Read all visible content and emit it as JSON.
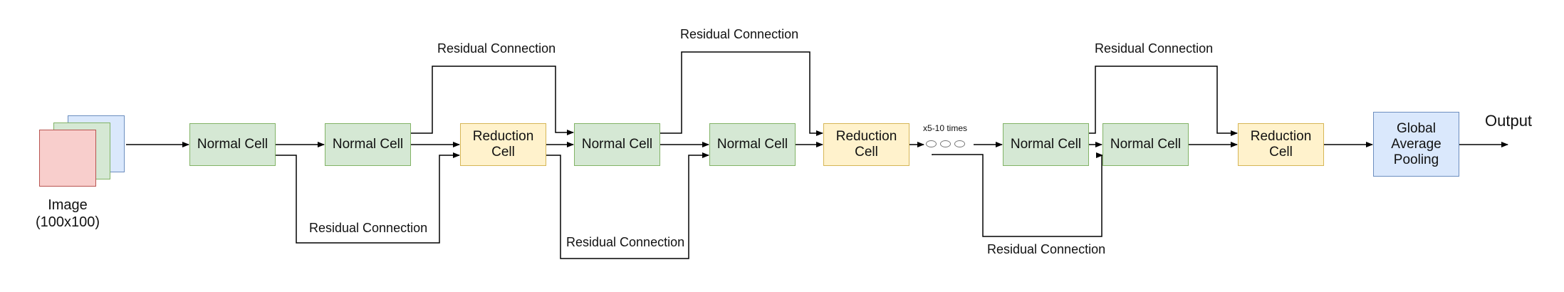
{
  "input": {
    "label_line1": "Image",
    "label_line2": "(100x100)",
    "layer_colors": [
      "#dae8fc",
      "#d5e8d4",
      "#f8cecc"
    ]
  },
  "cells": [
    {
      "id": "normal-cell-1",
      "type": "normal",
      "label": "Normal Cell"
    },
    {
      "id": "normal-cell-2",
      "type": "normal",
      "label": "Normal Cell"
    },
    {
      "id": "reduction-cell-1",
      "type": "reduction",
      "label": "Reduction Cell"
    },
    {
      "id": "normal-cell-3",
      "type": "normal",
      "label": "Normal Cell"
    },
    {
      "id": "normal-cell-4",
      "type": "normal",
      "label": "Normal Cell"
    },
    {
      "id": "reduction-cell-2",
      "type": "reduction",
      "label": "Reduction Cell"
    },
    {
      "id": "normal-cell-5",
      "type": "normal",
      "label": "Normal Cell"
    },
    {
      "id": "normal-cell-6",
      "type": "normal",
      "label": "Normal Cell"
    },
    {
      "id": "reduction-cell-3",
      "type": "reduction",
      "label": "Reduction Cell"
    },
    {
      "id": "global-average-pooling",
      "type": "pooling",
      "label": "Global Average Pooling"
    }
  ],
  "repeat_label": "x5-10 times",
  "residual_label": "Residual Connection",
  "output_label": "Output",
  "colors": {
    "normal_fill": "#d5e8d4",
    "normal_stroke": "#82b366",
    "reduction_fill": "#fff2cc",
    "reduction_stroke": "#d6b656",
    "pooling_fill": "#dae8fc",
    "pooling_stroke": "#6c8ebf",
    "image_front": "#f8cecc",
    "image_front_stroke": "#b85450",
    "line": "#000000"
  }
}
